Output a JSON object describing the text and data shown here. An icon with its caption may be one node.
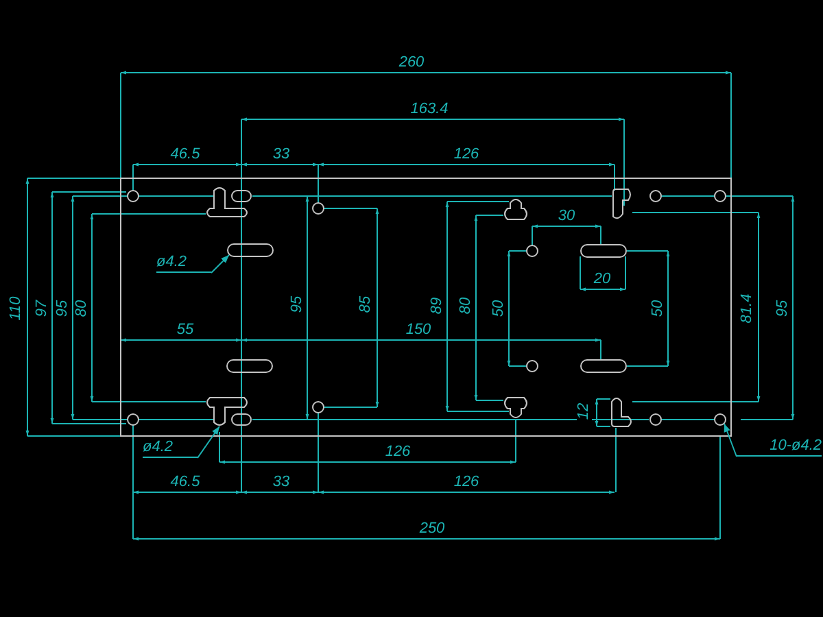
{
  "diagram": {
    "nodes": [
      {
        "text": [
          "ø4.2"
        ]
      },
      {
        "text": [],
        "shape": "slot"
      },
      {
        "text": [
          "ø4.2"
        ]
      },
      {
        "text": [],
        "shape": "keyhole"
      },
      {
        "text": [
          "10-ø4.2"
        ]
      },
      {
        "text": [],
        "shape": "circle"
      }
    ],
    "edges": [
      {
        "from": 0,
        "to": 1,
        "arrow": "to"
      },
      {
        "from": 2,
        "to": 3,
        "arrow": "to"
      },
      {
        "from": 4,
        "to": 5,
        "arrow": "to"
      }
    ],
    "labels": [
      "260",
      "163.4",
      "46.5",
      "33",
      "126",
      "30",
      "20",
      "110",
      "97",
      "95",
      "80",
      "95",
      "85",
      "89",
      "80",
      "50",
      "50",
      "81.4",
      "95",
      "55",
      "150",
      "12",
      "126",
      "46.5",
      "33",
      "126",
      "250"
    ]
  }
}
